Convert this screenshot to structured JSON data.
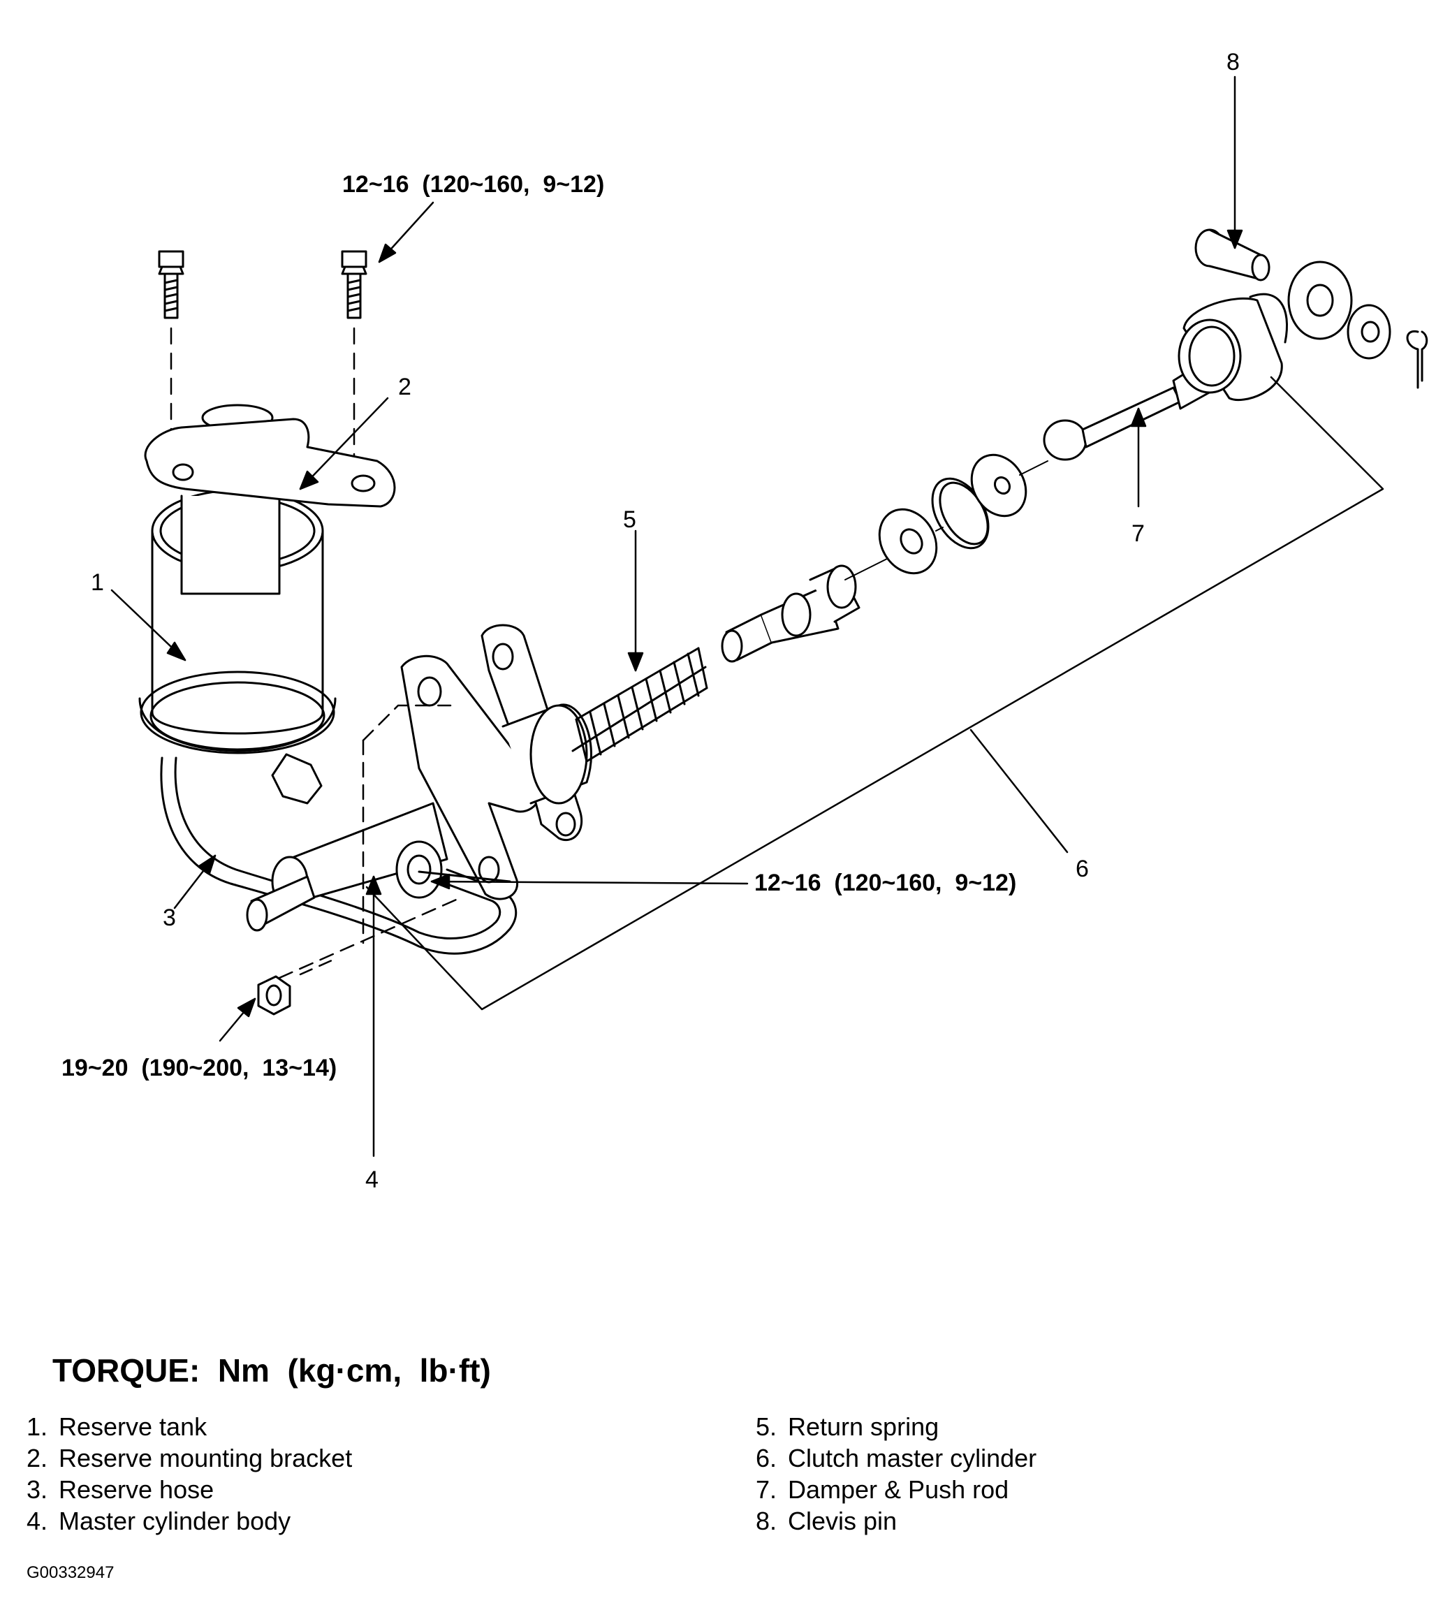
{
  "callouts": {
    "c1": "1",
    "c2": "2",
    "c3": "3",
    "c4": "4",
    "c5": "5",
    "c6": "6",
    "c7": "7",
    "c8": "8"
  },
  "torque_specs": {
    "bracket_bolt": "12~16  (120~160,  9~12)",
    "cylinder_nut": "12~16  (120~160,  9~12)",
    "flange_nut": "19~20  (190~200,  13~14)"
  },
  "legend": {
    "title": "TORQUE:  Nm  (kg·cm,  lb·ft)",
    "items": [
      {
        "num": "1.",
        "label": "Reserve tank"
      },
      {
        "num": "2.",
        "label": "Reserve mounting bracket"
      },
      {
        "num": "3.",
        "label": "Reserve hose"
      },
      {
        "num": "4.",
        "label": "Master cylinder body"
      },
      {
        "num": "5.",
        "label": "Return spring"
      },
      {
        "num": "6.",
        "label": "Clutch master cylinder"
      },
      {
        "num": "7.",
        "label": "Damper & Push rod"
      },
      {
        "num": "8.",
        "label": "Clevis pin"
      }
    ]
  },
  "figure_code": "G00332947"
}
